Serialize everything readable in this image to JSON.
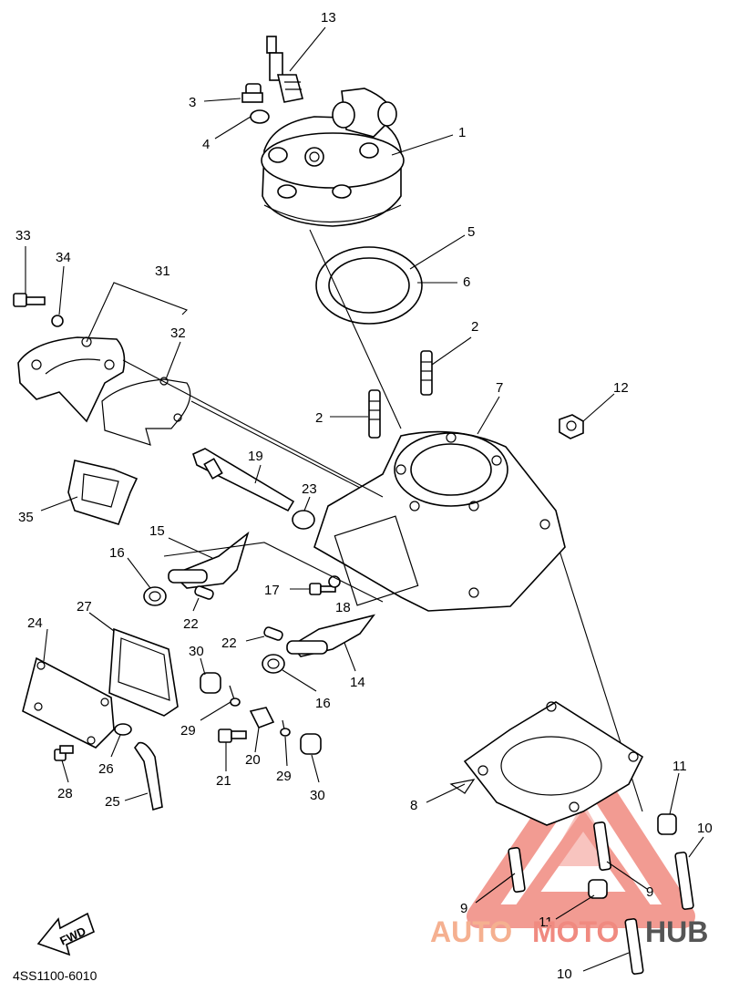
{
  "diagram_code": "4SS1100-6010",
  "direction_label": "FWD",
  "watermark": {
    "part1": "AUTO",
    "part2": "MOTO",
    "part3": "HUB",
    "color_primary": "#f08a80",
    "color_secondary": "#f5b090",
    "color_dark": "#555555"
  },
  "callouts": [
    {
      "id": "c13",
      "label": "13"
    },
    {
      "id": "c3",
      "label": "3"
    },
    {
      "id": "c4",
      "label": "4"
    },
    {
      "id": "c1",
      "label": "1"
    },
    {
      "id": "c5",
      "label": "5"
    },
    {
      "id": "c6",
      "label": "6"
    },
    {
      "id": "c33",
      "label": "33"
    },
    {
      "id": "c34",
      "label": "34"
    },
    {
      "id": "c31",
      "label": "31"
    },
    {
      "id": "c32",
      "label": "32"
    },
    {
      "id": "c2a",
      "label": "2"
    },
    {
      "id": "c2b",
      "label": "2"
    },
    {
      "id": "c7",
      "label": "7"
    },
    {
      "id": "c12",
      "label": "12"
    },
    {
      "id": "c19",
      "label": "19"
    },
    {
      "id": "c23",
      "label": "23"
    },
    {
      "id": "c35",
      "label": "35"
    },
    {
      "id": "c15",
      "label": "15"
    },
    {
      "id": "c16a",
      "label": "16"
    },
    {
      "id": "c17",
      "label": "17"
    },
    {
      "id": "c18",
      "label": "18"
    },
    {
      "id": "c22a",
      "label": "22"
    },
    {
      "id": "c22b",
      "label": "22"
    },
    {
      "id": "c24",
      "label": "24"
    },
    {
      "id": "c27",
      "label": "27"
    },
    {
      "id": "c30a",
      "label": "30"
    },
    {
      "id": "c14",
      "label": "14"
    },
    {
      "id": "c16b",
      "label": "16"
    },
    {
      "id": "c29a",
      "label": "29"
    },
    {
      "id": "c26",
      "label": "26"
    },
    {
      "id": "c28",
      "label": "28"
    },
    {
      "id": "c20",
      "label": "20"
    },
    {
      "id": "c21",
      "label": "21"
    },
    {
      "id": "c29b",
      "label": "29"
    },
    {
      "id": "c25",
      "label": "25"
    },
    {
      "id": "c30b",
      "label": "30"
    },
    {
      "id": "c8",
      "label": "8"
    },
    {
      "id": "c11a",
      "label": "11"
    },
    {
      "id": "c10a",
      "label": "10"
    },
    {
      "id": "c9a",
      "label": "9"
    },
    {
      "id": "c9b",
      "label": "9"
    },
    {
      "id": "c11b",
      "label": "11"
    },
    {
      "id": "c10b",
      "label": "10"
    }
  ]
}
